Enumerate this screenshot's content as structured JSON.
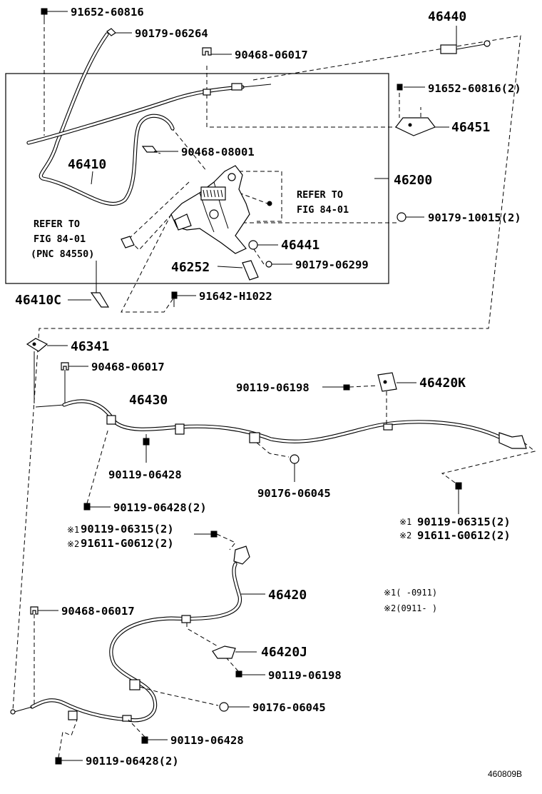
{
  "diagram_id": "460809B",
  "labels": {
    "p_91652_60816": "91652-60816",
    "p_90179_06264": "90179-06264",
    "p_46440": "46440",
    "p_90468_06017_top": "90468-06017",
    "p_91652_60816_2": "91652-60816(2)",
    "p_46451": "46451",
    "p_46410": "46410",
    "p_90468_08001": "90468-08001",
    "p_46200": "46200",
    "refer_to_a": "REFER TO",
    "fig_84_01_a": "FIG 84-01",
    "p_90179_10015_2": "90179-10015(2)",
    "refer_to_b": "REFER TO",
    "fig_84_01_b": "FIG 84-01",
    "pnc_84550": "(PNC 84550)",
    "p_46441": "46441",
    "p_46252": "46252",
    "p_90179_06299": "90179-06299",
    "p_46410C": "46410C",
    "p_91642_H1022": "91642-H1022",
    "p_46341": "46341",
    "p_90468_06017_mid": "90468-06017",
    "p_46430": "46430",
    "p_90119_06198_a": "90119-06198",
    "p_46420K": "46420K",
    "p_90119_06428_a": "90119-06428",
    "p_90176_06045_a": "90176-06045",
    "p_90119_06428_2a": "90119-06428(2)",
    "mark1_right": "※1",
    "p_90119_06315_2_right": "90119-06315(2)",
    "mark2_right": "※2",
    "p_91611_G0612_2_right": "91611-G0612(2)",
    "mark1_left": "※1",
    "p_90119_06315_2_left": "90119-06315(2)",
    "mark2_left": "※2",
    "p_91611_G0612_2_left": "91611-G0612(2)",
    "p_46420": "46420",
    "note1": "※1(  -0911)",
    "note2": "※2(0911-  )",
    "p_90468_06017_bot": "90468-06017",
    "p_46420J": "46420J",
    "p_90119_06198_b": "90119-06198",
    "p_90176_06045_b": "90176-06045",
    "p_90119_06428_b": "90119-06428",
    "p_90119_06428_2b": "90119-06428(2)"
  }
}
